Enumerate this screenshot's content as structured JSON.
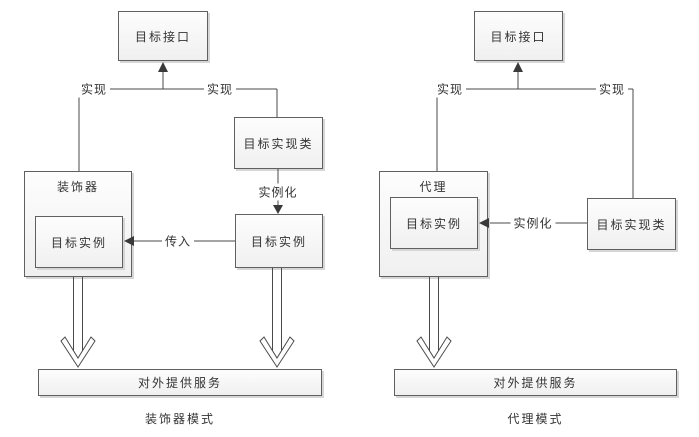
{
  "colors": {
    "box_border": "#606060",
    "box_fill_top": "#fdfdfd",
    "box_fill_bottom": "#f0f0f0",
    "shadow": "#d6d6d6",
    "line": "#4a4a4a",
    "arrow_fill": "#3a3a3a",
    "text": "#333333"
  },
  "diagrams": [
    {
      "name": "decorator-pattern",
      "caption": "装饰器模式",
      "nodes": {
        "target_interface": "目标接口",
        "impl_class": "目标实现类",
        "decorator": "装饰器",
        "decorator_inner_instance": "目标实例",
        "target_instance": "目标实例",
        "service": "对外提供服务"
      },
      "edge_labels": {
        "implement_left": "实现",
        "implement_right": "实现",
        "instantiate": "实例化",
        "pass_in": "传入"
      }
    },
    {
      "name": "proxy-pattern",
      "caption": "代理模式",
      "nodes": {
        "target_interface": "目标接口",
        "proxy": "代理",
        "proxy_inner_instance": "目标实例",
        "impl_class": "目标实现类",
        "service": "对外提供服务"
      },
      "edge_labels": {
        "implement_left": "实现",
        "implement_right": "实现",
        "instantiate": "实例化"
      }
    }
  ]
}
